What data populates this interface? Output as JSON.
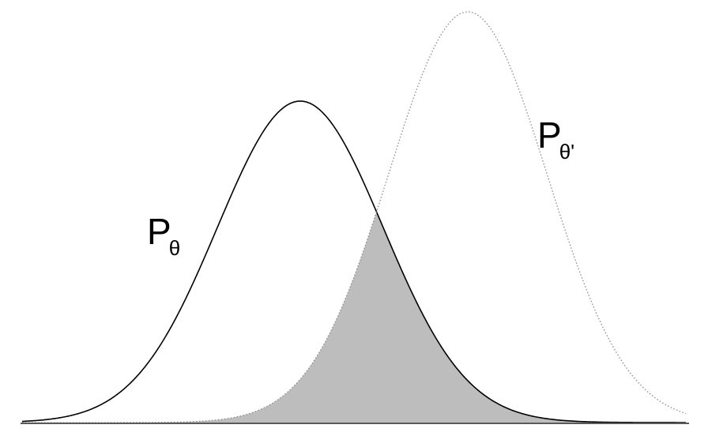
{
  "labels": {
    "p_theta": {
      "main": "P",
      "sub": "θ"
    },
    "p_theta_prime": {
      "main": "P",
      "sub": "θ'"
    }
  },
  "colors": {
    "overlap_fill": "#bdbdbd",
    "solid_curve": "#000000",
    "dotted_curve": "#8a8a8a",
    "baseline": "#5a5a5a"
  },
  "distributions": {
    "p_theta": {
      "mean": 380,
      "sd": 105,
      "peak": 128,
      "style": "solid"
    },
    "p_theta_prime": {
      "mean": 592,
      "sd": 100,
      "peak": 15,
      "style": "dotted"
    },
    "overlap_shaded": true
  }
}
